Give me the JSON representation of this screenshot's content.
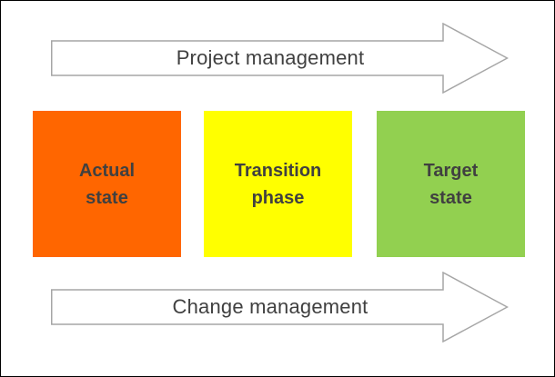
{
  "arrows": {
    "top_label": "Project management",
    "bottom_label": "Change management"
  },
  "boxes": [
    {
      "label": "Actual\nstate",
      "color": "#ff6600"
    },
    {
      "label": "Transition\nphase",
      "color": "#ffff00"
    },
    {
      "label": "Target\nstate",
      "color": "#92d050"
    }
  ]
}
